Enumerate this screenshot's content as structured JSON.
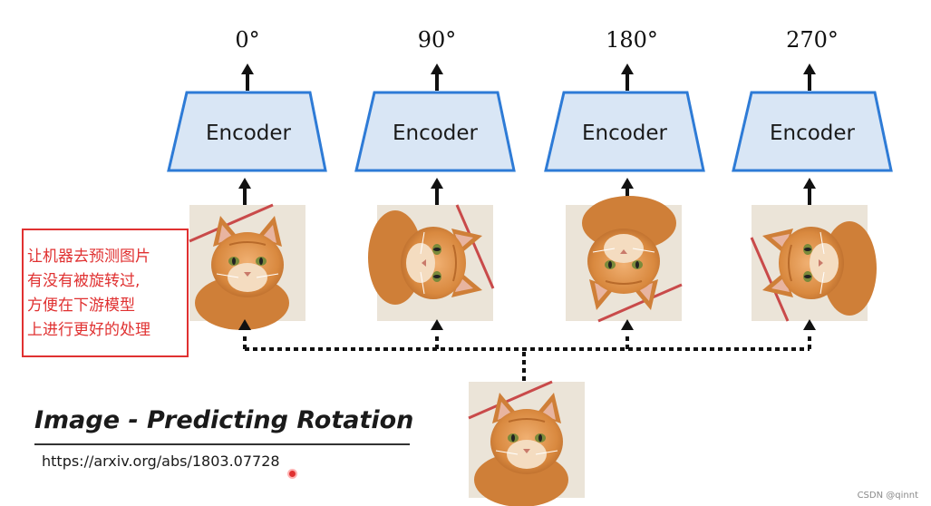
{
  "diagram": {
    "angles": [
      "0°",
      "90°",
      "180°",
      "270°"
    ],
    "encoder_label": "Encoder",
    "title": "Image - Predicting Rotation",
    "url": "https://arxiv.org/abs/1803.07728"
  },
  "note": {
    "lines": [
      "让机器去预测图片",
      "有没有被旋转过,",
      "方便在下游模型",
      "上进行更好的处理"
    ],
    "border_color": "#e03131"
  },
  "colors": {
    "encoder_fill": "#d9e6f5",
    "encoder_stroke": "#2e7bd6",
    "arrow": "#111111",
    "note_text": "#e03131",
    "cat_orange": "#d9893f"
  },
  "watermark": "CSDN @qinnt"
}
